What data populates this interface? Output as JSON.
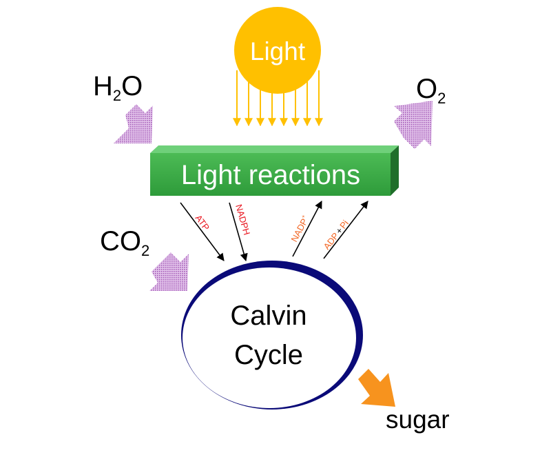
{
  "sun": {
    "label": "Light",
    "color": "#FFC000"
  },
  "inputs": {
    "h2o": {
      "main": "H",
      "sub": "2",
      "tail": "O"
    },
    "co2": {
      "main": "CO",
      "sub": "2"
    }
  },
  "outputs": {
    "o2": {
      "main": "O",
      "sub": "2"
    },
    "sugar": "sugar"
  },
  "light_reactions": {
    "label": "Light reactions",
    "color": "#3FAE49"
  },
  "calvin_cycle": {
    "line1": "Calvin",
    "line2": "Cycle",
    "ring_color": "#0A0A78"
  },
  "carriers": {
    "atp": "ATP",
    "nadph": "NADPH",
    "nadp": {
      "main": "NADP",
      "sup": "+"
    },
    "adp_pi": {
      "adp": "ADP",
      "plus": "+",
      "pi": "Pi"
    }
  },
  "colors": {
    "input_arrow": "#B678C8",
    "sugar_arrow": "#F7931E",
    "red_carrier": "#E8141E",
    "orange_carrier": "#F26522"
  }
}
